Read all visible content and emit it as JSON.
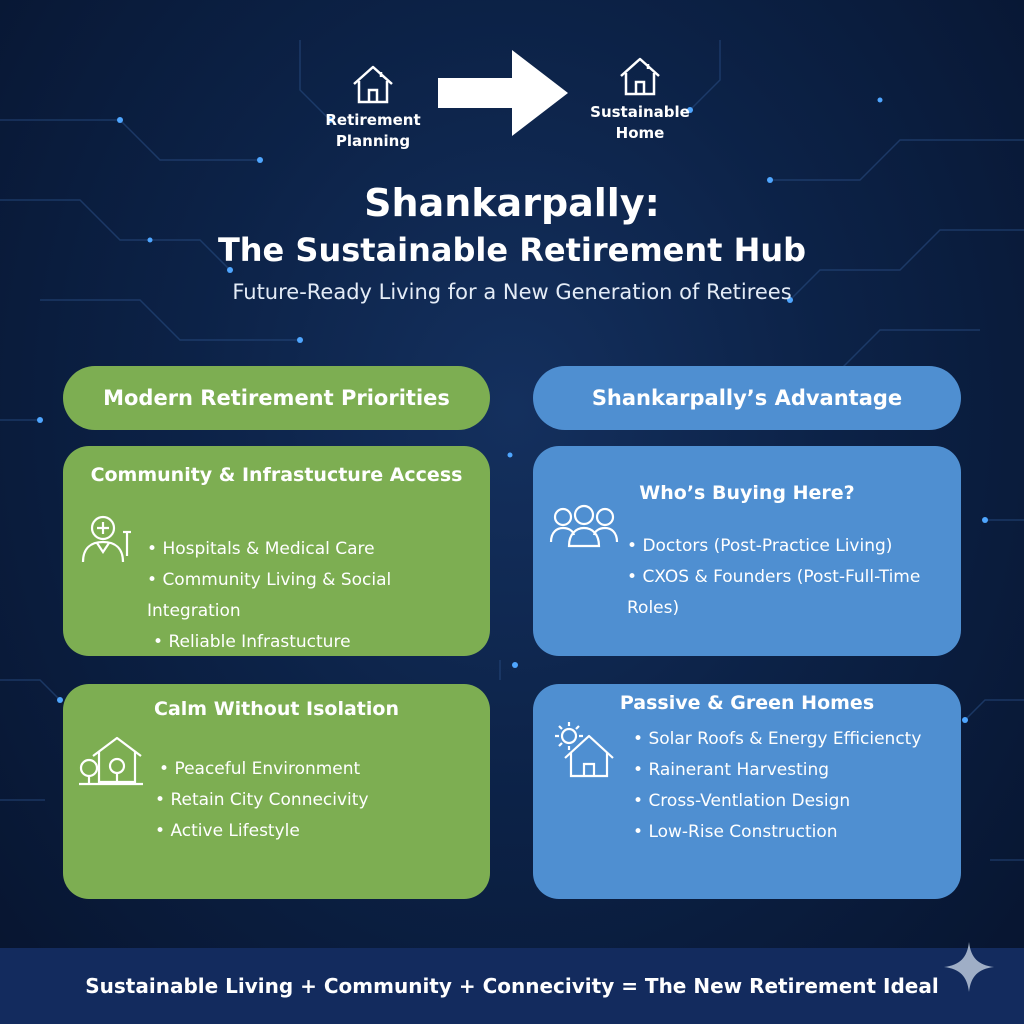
{
  "flow": {
    "from_label": "Retirement Planning",
    "to_label": "Sustainable Home"
  },
  "title": {
    "line1": "Shankarpally:",
    "line2": "The Sustainable Retirement Hub",
    "subtitle": "Future-Ready Living for a New Generation of Retirees"
  },
  "left_column": {
    "header": "Modern Retirement Priorities",
    "cards": [
      {
        "title": "Community & Infrastucture Access",
        "icon": "doctor-icon",
        "items": [
          "Hospitals & Medical Care",
          "Community Living & Social Integration",
          "Reliable Infrastucture"
        ]
      },
      {
        "title": "Calm Without Isolation",
        "icon": "house-tree-icon",
        "items": [
          "Peaceful Environment",
          "Retain City Connecivity",
          "Active Lifestyle"
        ]
      }
    ]
  },
  "right_column": {
    "header": "Shankarpally’s Advantage",
    "cards": [
      {
        "title": "Who’s Buying Here?",
        "icon": "people-icon",
        "items": [
          "Doctors (Post-Practice Living)",
          "CXOS & Founders (Post-Full-Time Roles)"
        ]
      },
      {
        "title": "Passive & Green Homes",
        "icon": "sun-house-icon",
        "items": [
          "Solar Roofs & Energy Efficiencty",
          "Rainerant Harvesting",
          "Cross-Ventlation Design",
          "Low-Rise Construction"
        ]
      }
    ]
  },
  "footer": {
    "text": "Sustainable Living + Community + Connecivity = The New Retirement Ideal"
  },
  "colors": {
    "background": "#0c2247",
    "green": "#7dae52",
    "blue": "#4f8fd1",
    "footer": "#132b5e"
  }
}
